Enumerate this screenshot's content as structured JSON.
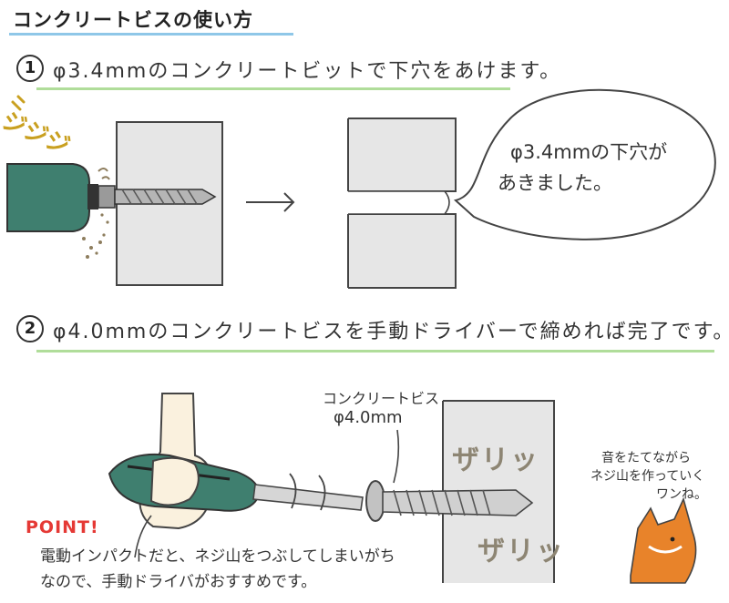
{
  "title": "コンクリートビスの使い方",
  "steps": [
    {
      "number": "1",
      "text": "φ3.4mmのコンクリートビットで下穴をあけます。"
    },
    {
      "number": "2",
      "text": "φ4.0mmのコンクリートビスを手動ドライバーで締めれば完了です。"
    }
  ],
  "sfx": {
    "drill": "ジジジ",
    "screw1": "ザリッ",
    "screw2": "ザリッ"
  },
  "bubble": {
    "line1": "φ3.4mmの下穴が",
    "line2": "あきました。"
  },
  "screw_label": {
    "name": "コンクリートビス",
    "size": "φ4.0mm"
  },
  "point": {
    "label": "POINT!",
    "line1": "電動インパクトだと、ネジ山をつぶしてしまいがち",
    "line2": "なので、手動ドライバがおすすめです。"
  },
  "fox": {
    "line1": "音をたてながら",
    "line2": "ネジ山を作っていく",
    "line3": "ワンね。"
  },
  "colors": {
    "title_underline": "#8fc7e8",
    "step_underline": "#a7d98f",
    "wall": "#e6e6e6",
    "drill_body": "#3f7f6f",
    "point": "#e53935",
    "fox": "#e8832a"
  }
}
